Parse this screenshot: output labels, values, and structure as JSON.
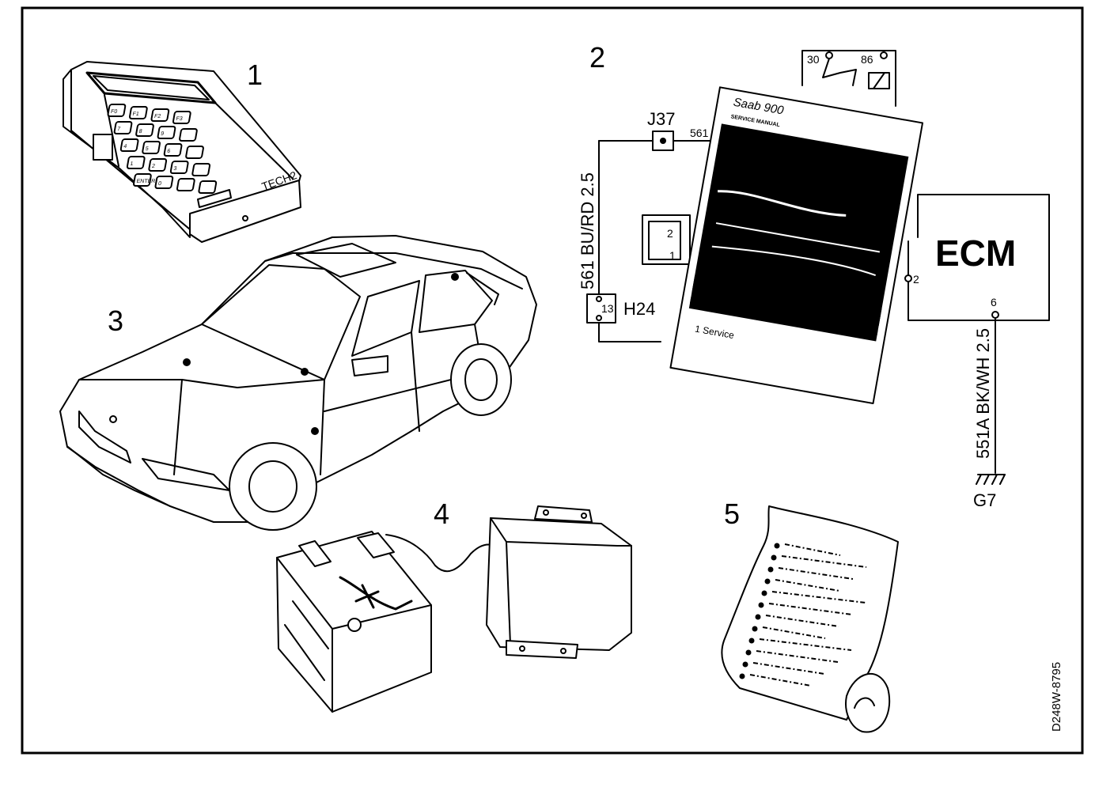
{
  "callouts": {
    "tech2": "1",
    "wiring": "2",
    "car": "3",
    "battery_ecu": "4",
    "checklist": "5"
  },
  "tech2_device": {
    "keys": [
      "F0",
      "F1",
      "F2",
      "F3",
      "7",
      "8",
      "9",
      "",
      "4",
      "5",
      "6",
      "",
      "1",
      "2",
      "3",
      "",
      "ENTER",
      "0",
      "",
      ""
    ],
    "model_text": "TECH2"
  },
  "wiring_diagram": {
    "splice_label": "J37",
    "splice_wire": "561",
    "wire_left": "561 BU/RD 2.5",
    "connector_label": "H24",
    "connector_pin": "13",
    "relay_pins": [
      "30",
      "86"
    ],
    "relay_bottom_pins": [
      "2",
      "1"
    ],
    "ecm_label": "ECM",
    "ecm_pin_left": "2",
    "ecm_pin_bottom": "6",
    "wire_right": "551A BK/WH 2.5",
    "ground_label": "G7"
  },
  "service_manual": {
    "title": "Saab 900",
    "subtitle": "SERVICE MANUAL",
    "section": "1  Service"
  },
  "figure_id": "D248W-8795"
}
